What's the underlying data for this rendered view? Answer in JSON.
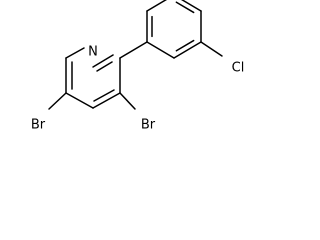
{
  "structure": {
    "atoms": {
      "nitrogen": "N",
      "chlorine": "Cl",
      "bromine_5": "Br",
      "bromine_3": "Br"
    }
  }
}
